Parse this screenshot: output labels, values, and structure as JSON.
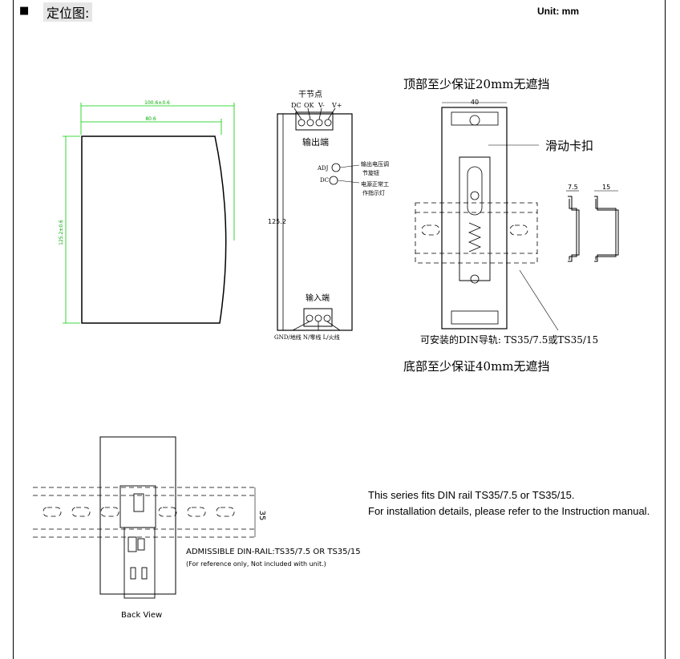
{
  "header": {
    "bullet": "■",
    "title": "定位图:",
    "unit": "Unit: mm"
  },
  "side_view": {
    "dim_total_width": "100.6±0.6",
    "dim_width": "80.6",
    "dim_height": "125.2±0.6"
  },
  "front_view": {
    "dry_contact_label": "干节点",
    "terminals": [
      "DC",
      "OK",
      "V-",
      "V+"
    ],
    "output_label": "输出端",
    "adj_label": "ADJ",
    "adj_desc_1": "输出电压调",
    "adj_desc_2": "节旋钮",
    "led_label": "DC",
    "led_desc_1": "电源正常工",
    "led_desc_2": "作指示灯",
    "height_label": "125.2",
    "input_label": "输入端",
    "input_terminals": "GND/地线  N/零线  L/火线"
  },
  "back_view_top": {
    "top_clearance": "顶部至少保证20mm无遮挡",
    "width_label": "40",
    "slider_label": "滑动卡扣",
    "rail_label": "可安装的DIN导轨: TS35/7.5或TS35/15",
    "bottom_clearance": "底部至少保证40mm无遮挡",
    "profile_a": "7.5",
    "profile_b": "15"
  },
  "back_view_bottom": {
    "rail_height": "35",
    "admissible": "ADMISSIBLE DIN-RAIL:TS35/7.5 OR TS35/15",
    "reference": "(For reference only, Not included with unit.)",
    "caption": "Back View"
  },
  "notes": {
    "line1": "This series fits DIN rail TS35/7.5 or TS35/15.",
    "line2": "For installation details, please refer to the Instruction manual."
  },
  "colors": {
    "dimension": "#00cc00",
    "line": "#000000"
  }
}
